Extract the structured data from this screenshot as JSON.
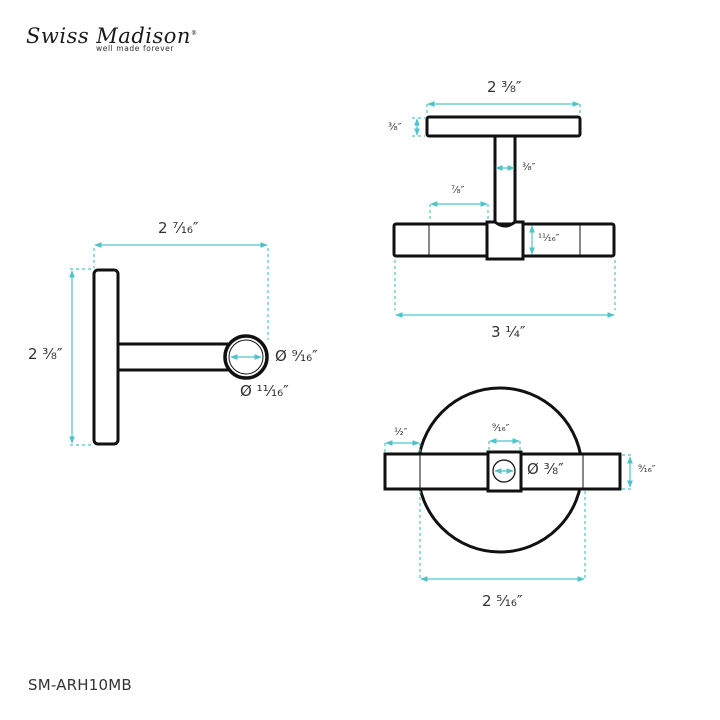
{
  "brand": {
    "name": "Swiss Madison",
    "registered": "®",
    "tagline": "well made forever"
  },
  "sku": "SM-ARH10MB",
  "colors": {
    "outline": "#111111",
    "dimension": "#4fc3c9",
    "text": "#333333",
    "background": "#ffffff"
  },
  "views": {
    "side": {
      "width": "2 ⁷⁄₁₆″",
      "height": "2 ³⁄₈″",
      "inner_diameter": "Ø ⁹⁄₁₆″",
      "outer_diameter": "Ø ¹¹⁄₁₆″"
    },
    "top": {
      "plate_width": "2 ³⁄₈″",
      "plate_thickness": "³⁄₈″",
      "stem_width": "³⁄₈″",
      "arm_offset": "⁷⁄₈″",
      "arm_height": "¹¹⁄₁₆″",
      "overall_width": "3 ¹⁄₄″"
    },
    "front": {
      "arm_overhang": "¹⁄₂″",
      "hub_width": "⁹⁄₁₆″",
      "hole_diameter": "Ø ³⁄₈″",
      "arm_height": "⁹⁄₁₆″",
      "plate_diameter": "2 ⁵⁄₁₆″"
    }
  }
}
